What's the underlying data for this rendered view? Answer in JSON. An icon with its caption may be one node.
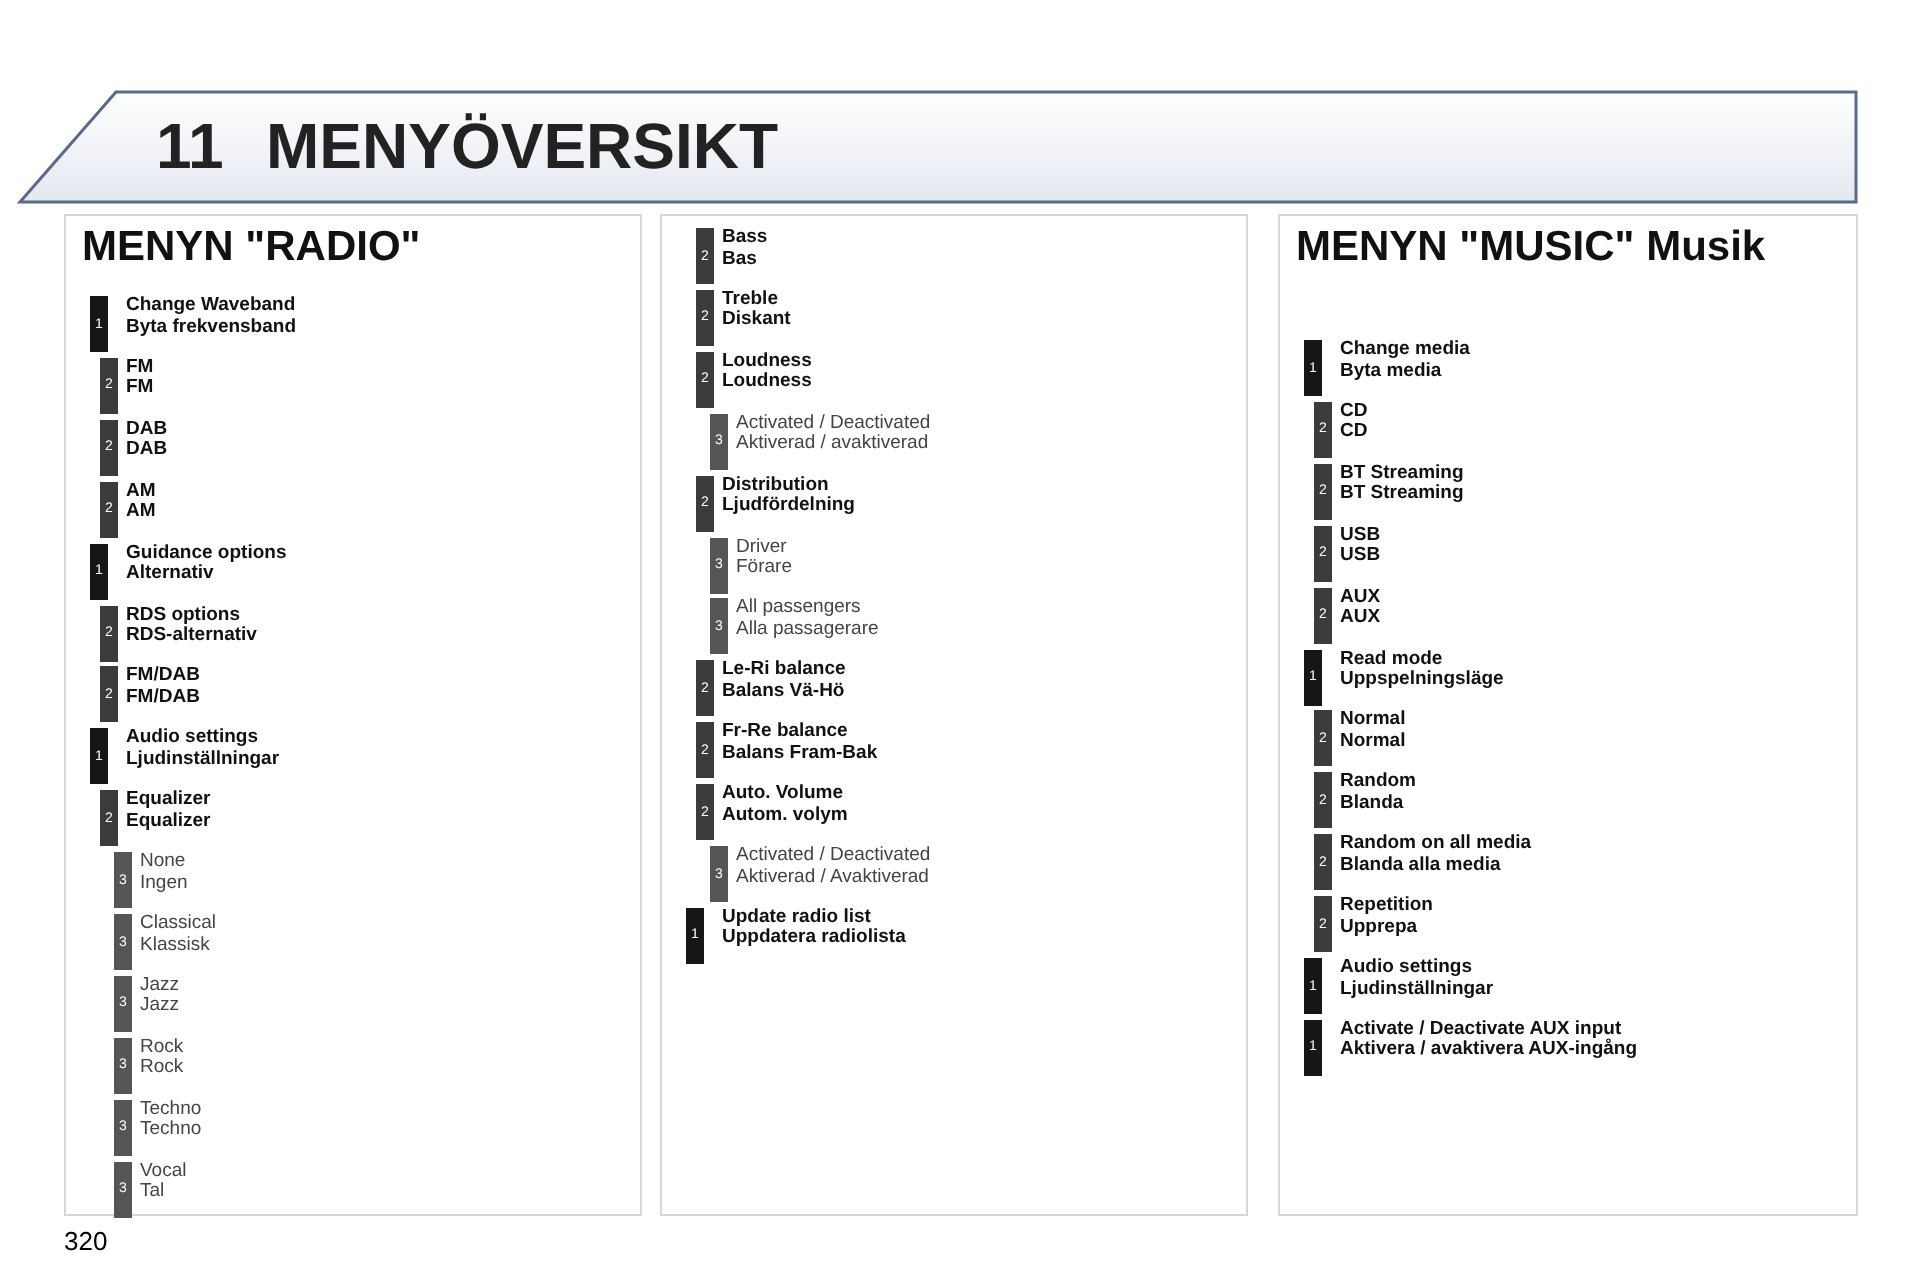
{
  "diagram": {
    "title": "MENYÖVERSIKT",
    "nodes": [
      {
        "text": [
          "MENYN \"RADIO\""
        ]
      },
      {
        "text": [
          "1"
        ],
        "beside": [
          "Change Waveband",
          "Byta frekvensband"
        ],
        "in": 0
      },
      {
        "text": [
          "2"
        ],
        "beside": [
          "FM",
          "FM"
        ],
        "in": 0
      },
      {
        "text": [
          "2"
        ],
        "beside": [
          "DAB",
          "DAB"
        ],
        "in": 0
      },
      {
        "text": [
          "2"
        ],
        "beside": [
          "AM",
          "AM"
        ],
        "in": 0
      },
      {
        "text": [
          "1"
        ],
        "beside": [
          "Guidance options",
          "Alternativ"
        ],
        "in": 0
      },
      {
        "text": [
          "2"
        ],
        "beside": [
          "RDS options",
          "RDS-alternativ"
        ],
        "in": 0
      },
      {
        "text": [
          "2"
        ],
        "beside": [
          "FM/DAB",
          "FM/DAB"
        ],
        "in": 0
      },
      {
        "text": [
          "1"
        ],
        "beside": [
          "Audio settings",
          "Ljudinställningar"
        ],
        "in": 0
      },
      {
        "text": [
          "2"
        ],
        "beside": [
          "Equalizer",
          "Equalizer"
        ],
        "in": 0
      },
      {
        "text": [
          "3"
        ],
        "beside": [
          "None",
          "Ingen"
        ],
        "in": 0
      },
      {
        "text": [
          "3"
        ],
        "beside": [
          "Classical",
          "Klassisk"
        ],
        "in": 0
      },
      {
        "text": [
          "3"
        ],
        "beside": [
          "Jazz",
          "Jazz"
        ],
        "in": 0
      },
      {
        "text": [
          "3"
        ],
        "beside": [
          "Rock",
          "Rock"
        ],
        "in": 0
      },
      {
        "text": [
          "3"
        ],
        "beside": [
          "Techno",
          "Techno"
        ],
        "in": 0
      },
      {
        "text": [
          "3"
        ],
        "beside": [
          "Vocal",
          "Tal"
        ],
        "in": 0
      },
      {
        "text": [],
        "shape": "box"
      },
      {
        "text": [
          "2"
        ],
        "beside": [
          "Bass",
          "Bas"
        ],
        "in": 16
      },
      {
        "text": [
          "2"
        ],
        "beside": [
          "Treble",
          "Diskant"
        ],
        "in": 16
      },
      {
        "text": [
          "2"
        ],
        "beside": [
          "Loudness",
          "Loudness"
        ],
        "in": 16
      },
      {
        "text": [
          "3"
        ],
        "beside": [
          "Activated / Deactivated",
          "Aktiverad / avaktiverad"
        ],
        "in": 16
      },
      {
        "text": [
          "2"
        ],
        "beside": [
          "Distribution",
          "Ljudfördelning"
        ],
        "in": 16
      },
      {
        "text": [
          "3"
        ],
        "beside": [
          "Driver",
          "Förare"
        ],
        "in": 16
      },
      {
        "text": [
          "3"
        ],
        "beside": [
          "All passengers",
          "Alla passagerare"
        ],
        "in": 16
      },
      {
        "text": [
          "2"
        ],
        "beside": [
          "Le-Ri balance",
          "Balans Vä-Hö"
        ],
        "in": 16
      },
      {
        "text": [
          "2"
        ],
        "beside": [
          "Fr-Re balance",
          "Balans Fram-Bak"
        ],
        "in": 16
      },
      {
        "text": [
          "2"
        ],
        "beside": [
          "Auto. Volume",
          "Autom. volym"
        ],
        "in": 16
      },
      {
        "text": [
          "3"
        ],
        "beside": [
          "Activated / Deactivated",
          "Aktiverad / Avaktiverad"
        ],
        "in": 16
      },
      {
        "text": [
          "1"
        ],
        "beside": [
          "Update radio list",
          "Uppdatera radiolista"
        ],
        "in": 16
      },
      {
        "text": [
          "MENYN \"MUSIC\" Musik"
        ]
      },
      {
        "text": [
          "1"
        ],
        "beside": [
          "Change media",
          "Byta media"
        ],
        "in": 29
      },
      {
        "text": [
          "2"
        ],
        "beside": [
          "CD",
          "CD"
        ],
        "in": 29
      },
      {
        "text": [
          "2"
        ],
        "beside": [
          "BT Streaming",
          "BT Streaming"
        ],
        "in": 29
      },
      {
        "text": [
          "2"
        ],
        "beside": [
          "USB",
          "USB"
        ],
        "in": 29
      },
      {
        "text": [
          "2"
        ],
        "beside": [
          "AUX",
          "AUX"
        ],
        "in": 29
      },
      {
        "text": [
          "1"
        ],
        "beside": [
          "Read mode",
          "Uppspelningsläge"
        ],
        "in": 29
      },
      {
        "text": [
          "2"
        ],
        "beside": [
          "Normal",
          "Normal"
        ],
        "in": 29
      },
      {
        "text": [
          "2"
        ],
        "beside": [
          "Random",
          "Blanda"
        ],
        "in": 29
      },
      {
        "text": [
          "2"
        ],
        "beside": [
          "Random on all media",
          "Blanda alla media"
        ],
        "in": 29
      },
      {
        "text": [
          "2"
        ],
        "beside": [
          "Repetition",
          "Upprepa"
        ],
        "in": 29
      },
      {
        "text": [
          "1"
        ],
        "beside": [
          "Audio settings",
          "Ljudinställningar"
        ],
        "in": 29
      },
      {
        "text": [
          "1"
        ],
        "beside": [
          "Activate / Deactivate AUX input",
          "Aktivera / avaktivera AUX-ingång"
        ],
        "in": 29
      }
    ],
    "edges": [],
    "labels": [
      "11",
      "320"
    ]
  }
}
